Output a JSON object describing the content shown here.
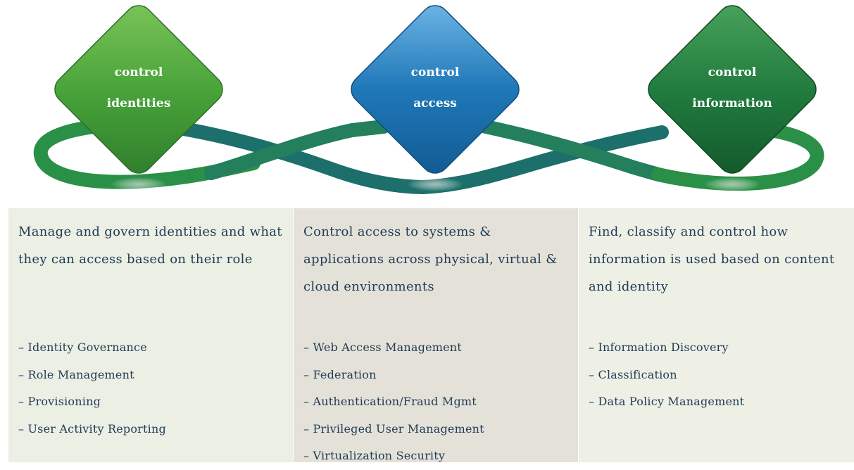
{
  "diagram": {
    "pillars": [
      {
        "line1": "control",
        "line2": "identities",
        "color": "#3f9d3a"
      },
      {
        "line1": "control",
        "line2": "access",
        "color": "#1c72b0"
      },
      {
        "line1": "control",
        "line2": "information",
        "color": "#1e7a3d"
      }
    ],
    "loop_color": "#1f7f63"
  },
  "panels": [
    {
      "description": "Manage and govern identities and what they can access based on their role",
      "items": [
        "Identity Governance",
        "Role Management",
        "Provisioning",
        "User Activity Reporting"
      ]
    },
    {
      "description": "Control access to systems & applications across physical, virtual & cloud environments",
      "items": [
        "Web Access Management",
        "Federation",
        "Authentication/Fraud Mgmt",
        "Privileged User Management",
        "Virtualization Security"
      ]
    },
    {
      "description": "Find, classify and control how information is used based on content and identity",
      "items": [
        "Information Discovery",
        "Classification",
        "Data Policy Management"
      ]
    }
  ]
}
